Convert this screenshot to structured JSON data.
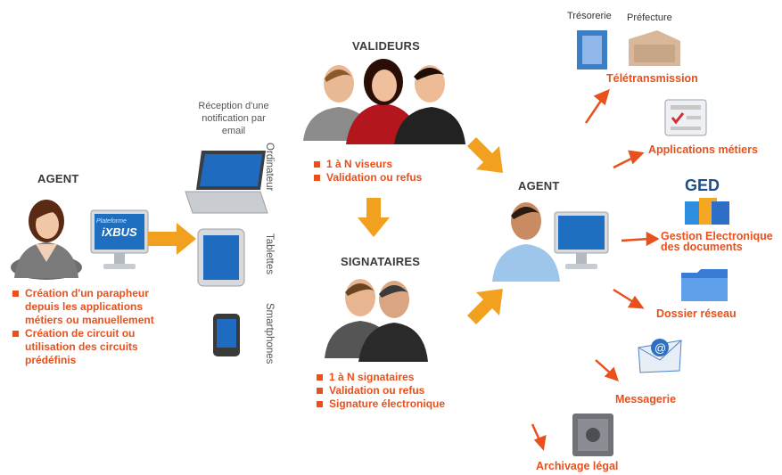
{
  "left_agent": {
    "title": "AGENT",
    "bullets": [
      "Création d'un parapheur depuis les applications métiers ou manuellement",
      "Création de circuit ou utilisation des circuits prédéfinis"
    ],
    "screen_brand_top": "Plateforme",
    "screen_brand": "iXBUS"
  },
  "notification": {
    "text": "Réception d'une notification par email",
    "devices": [
      "Ordinateur",
      "Tablettes",
      "Smartphones"
    ]
  },
  "valideurs": {
    "title": "VALIDEURS",
    "bullets": [
      "1 à N viseurs",
      "Validation ou refus"
    ]
  },
  "signataires": {
    "title": "SIGNATAIRES",
    "bullets": [
      "1 à N signataires",
      "Validation ou refus",
      "Signature électronique"
    ]
  },
  "right_agent": {
    "title": "AGENT"
  },
  "destinations": {
    "tresorerie": "Trésorerie",
    "prefecture": "Préfecture",
    "teletransmission": "Télétransmission",
    "applications": "Applications métiers",
    "ged_logo": "GED",
    "ged_label_1": "Gestion Electronique",
    "ged_label_2": "des documents",
    "dossier": "Dossier réseau",
    "messagerie": "Messagerie",
    "archivage": "Archivage légal"
  },
  "colors": {
    "accent": "#e8501c",
    "arrow": "#f2a020",
    "title": "#3a3a3a"
  }
}
